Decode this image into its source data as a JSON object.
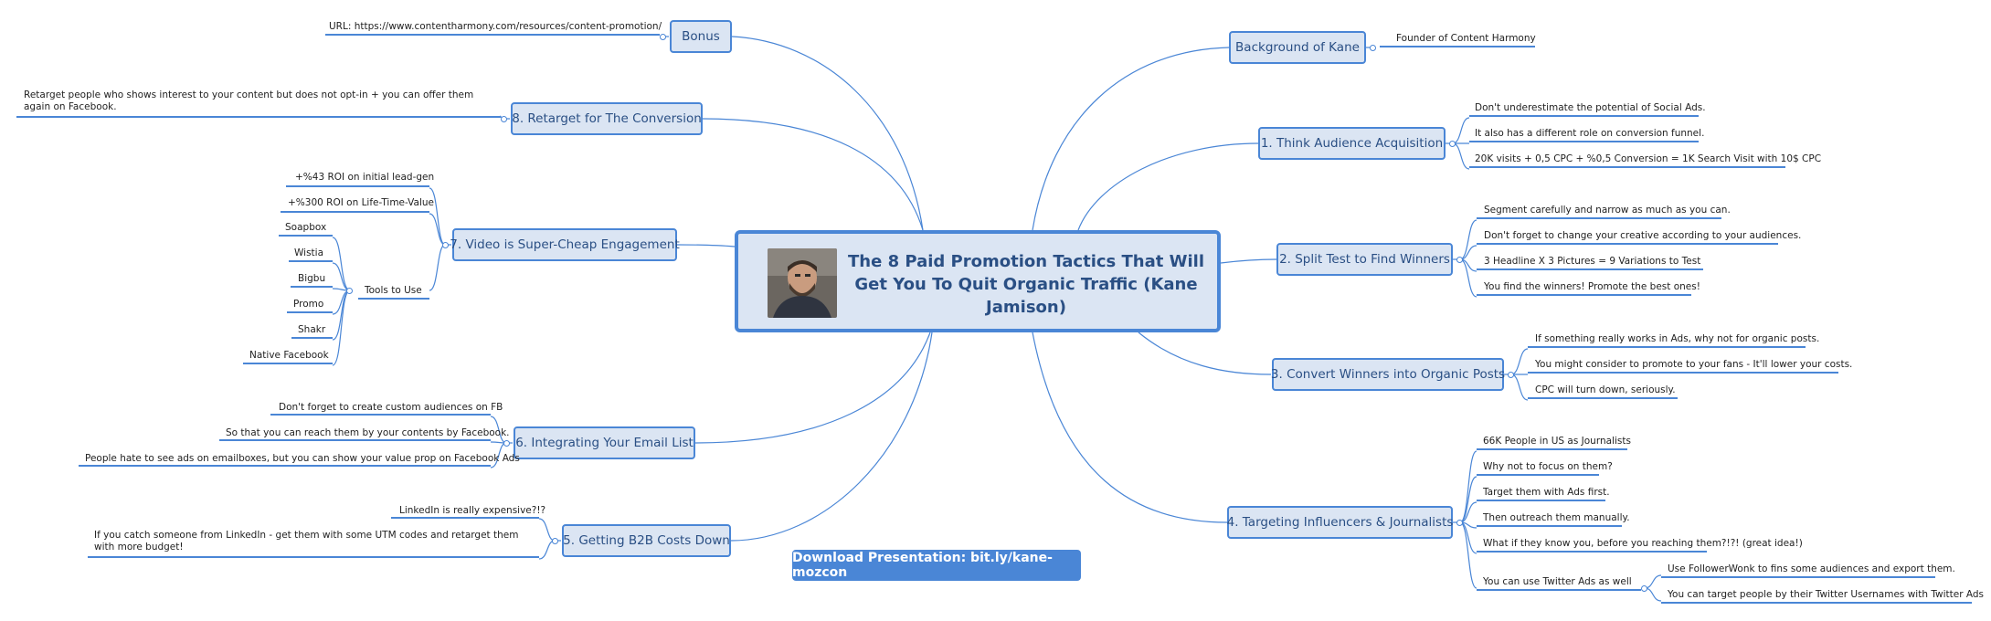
{
  "center": {
    "title": "The 8 Paid Promotion Tactics That Will Get You To Quit Organic Traffic (Kane Jamison)",
    "photo_alt": "portrait-photo"
  },
  "download_button": "Download Presentation: bit.ly/kane-mozcon",
  "colors": {
    "accent": "#4a86d6",
    "node_fill": "#dbe5f3",
    "node_text": "#2a4f84"
  },
  "topics": {
    "bonus": {
      "label": "Bonus",
      "leaves": [
        "URL: https://www.contentharmony.com/resources/content-promotion/"
      ]
    },
    "retarget": {
      "label": "8. Retarget for The Conversion",
      "leaves": [
        "Retarget people who shows interest to your content but does not opt-in + you can offer them again on Facebook."
      ]
    },
    "video": {
      "label": "7. Video is Super-Cheap Engagement",
      "leaves": [
        "+%43 ROI on initial lead-gen",
        "+%300 ROI on Life-Time-Value"
      ],
      "tools_label": "Tools to Use",
      "tools": [
        "Soapbox",
        "Wistia",
        "Bigbu",
        "Promo",
        "Shakr",
        "Native Facebook"
      ]
    },
    "email": {
      "label": "6. Integrating Your Email List",
      "leaves": [
        "Don't forget to create custom audiences on FB",
        "So that you can reach them by your contents by Facebook.",
        "People hate to see ads on emailboxes, but you can show your value prop on Facebook Ads"
      ]
    },
    "b2b": {
      "label": "5. Getting B2B Costs Down",
      "leaves": [
        "LinkedIn is really expensive?!?",
        "If you catch someone from LinkedIn - get them with some UTM codes and retarget them with more budget!"
      ]
    },
    "background": {
      "label": "Background of Kane",
      "leaves": [
        "Founder of Content Harmony"
      ]
    },
    "audience": {
      "label": "1. Think Audience Acquisition",
      "leaves": [
        "Don't underestimate the potential of Social Ads.",
        "It also has a different role on conversion funnel.",
        "20K visits + 0,5 CPC + %0,5 Conversion = 1K Search Visit with 10$ CPC"
      ]
    },
    "split": {
      "label": "2. Split Test to Find Winners",
      "leaves": [
        "Segment carefully and narrow as much as you can.",
        "Don't forget to change your creative according to your audiences.",
        "3 Headline X 3 Pictures = 9 Variations to Test",
        "You find the winners! Promote the best ones!"
      ]
    },
    "convert": {
      "label": "3. Convert Winners into Organic Posts",
      "leaves": [
        "If something really works in Ads, why not for organic posts.",
        "You might consider to promote to your fans - It'll lower your costs.",
        "CPC will turn down, seriously."
      ]
    },
    "influencers": {
      "label": "4. Targeting Influencers & Journalists",
      "leaves": [
        "66K People in US as Journalists",
        "Why not to focus on them?",
        "Target them with Ads first.",
        "Then outreach them manually.",
        "What if they know you, before you reaching them?!?! (great idea!)"
      ],
      "twitter_label": "You can use Twitter Ads as well",
      "twitter": [
        "Use FollowerWonk to fins some audiences and export them.",
        "You can target people by their Twitter Usernames with Twitter Ads"
      ]
    }
  }
}
